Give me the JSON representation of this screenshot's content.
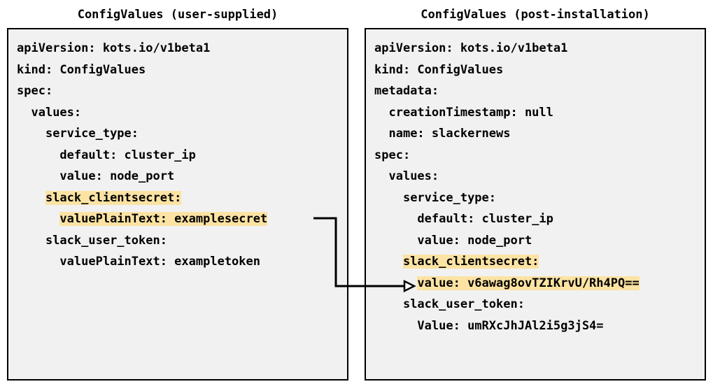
{
  "diagram": {
    "title_left": "ConfigValues (user-supplied)",
    "title_right": "ConfigValues (post-installation)",
    "highlight_color": "#fce3a3",
    "box_fill_color": "#f1f1f1",
    "box_border_color": "#000000",
    "text_color": "#000000",
    "connector": {
      "label": "encrypted-value-mapping-arrow",
      "from": "valuePlainText: examplesecret",
      "to": "value: v6awag8ovTZIKrvU/Rh4PQ=="
    }
  },
  "left_panel": {
    "name": "ConfigValues (user-supplied)",
    "lines": [
      {
        "indent": 0,
        "segments": [
          {
            "text": "apiVersion: kots.io/v1beta1",
            "highlight": false
          }
        ]
      },
      {
        "indent": 0,
        "segments": [
          {
            "text": "kind: ConfigValues",
            "highlight": false
          }
        ]
      },
      {
        "indent": 0,
        "segments": [
          {
            "text": "spec:",
            "highlight": false
          }
        ]
      },
      {
        "indent": 1,
        "segments": [
          {
            "text": "values:",
            "highlight": false
          }
        ]
      },
      {
        "indent": 2,
        "segments": [
          {
            "text": "service_type:",
            "highlight": false
          }
        ]
      },
      {
        "indent": 3,
        "segments": [
          {
            "text": "default: cluster_ip",
            "highlight": false
          }
        ]
      },
      {
        "indent": 3,
        "segments": [
          {
            "text": "value: node_port",
            "highlight": false
          }
        ]
      },
      {
        "indent": 2,
        "segments": [
          {
            "text": "slack_clientsecret:",
            "highlight": true
          }
        ]
      },
      {
        "indent": 3,
        "segments": [
          {
            "text": "valuePlainText: examplesecret",
            "highlight": true
          }
        ]
      },
      {
        "indent": 2,
        "segments": [
          {
            "text": "slack_user_token:",
            "highlight": false
          }
        ]
      },
      {
        "indent": 3,
        "segments": [
          {
            "text": "valuePlainText: exampletoken",
            "highlight": false
          }
        ]
      }
    ]
  },
  "right_panel": {
    "name": "ConfigValues (post-installation)",
    "lines": [
      {
        "indent": 0,
        "segments": [
          {
            "text": "apiVersion: kots.io/v1beta1",
            "highlight": false
          }
        ]
      },
      {
        "indent": 0,
        "segments": [
          {
            "text": "kind: ConfigValues",
            "highlight": false
          }
        ]
      },
      {
        "indent": 0,
        "segments": [
          {
            "text": "metadata:",
            "highlight": false
          }
        ]
      },
      {
        "indent": 1,
        "segments": [
          {
            "text": "creationTimestamp: null",
            "highlight": false
          }
        ]
      },
      {
        "indent": 1,
        "segments": [
          {
            "text": "name: slackernews",
            "highlight": false
          }
        ]
      },
      {
        "indent": 0,
        "segments": [
          {
            "text": "spec:",
            "highlight": false
          }
        ]
      },
      {
        "indent": 1,
        "segments": [
          {
            "text": "values:",
            "highlight": false
          }
        ]
      },
      {
        "indent": 2,
        "segments": [
          {
            "text": "service_type:",
            "highlight": false
          }
        ]
      },
      {
        "indent": 3,
        "segments": [
          {
            "text": "default: cluster_ip",
            "highlight": false
          }
        ]
      },
      {
        "indent": 3,
        "segments": [
          {
            "text": "value: node_port",
            "highlight": false
          }
        ]
      },
      {
        "indent": 2,
        "segments": [
          {
            "text": "slack_clientsecret:",
            "highlight": true
          }
        ]
      },
      {
        "indent": 3,
        "segments": [
          {
            "text": "value: v6awag8ovTZIKrvU/Rh4PQ==",
            "highlight": true
          }
        ]
      },
      {
        "indent": 2,
        "segments": [
          {
            "text": "slack_user_token:",
            "highlight": false
          }
        ]
      },
      {
        "indent": 3,
        "segments": [
          {
            "text": "Value: umRXcJhJAl2i5g3jS4=",
            "highlight": false
          }
        ]
      }
    ]
  }
}
